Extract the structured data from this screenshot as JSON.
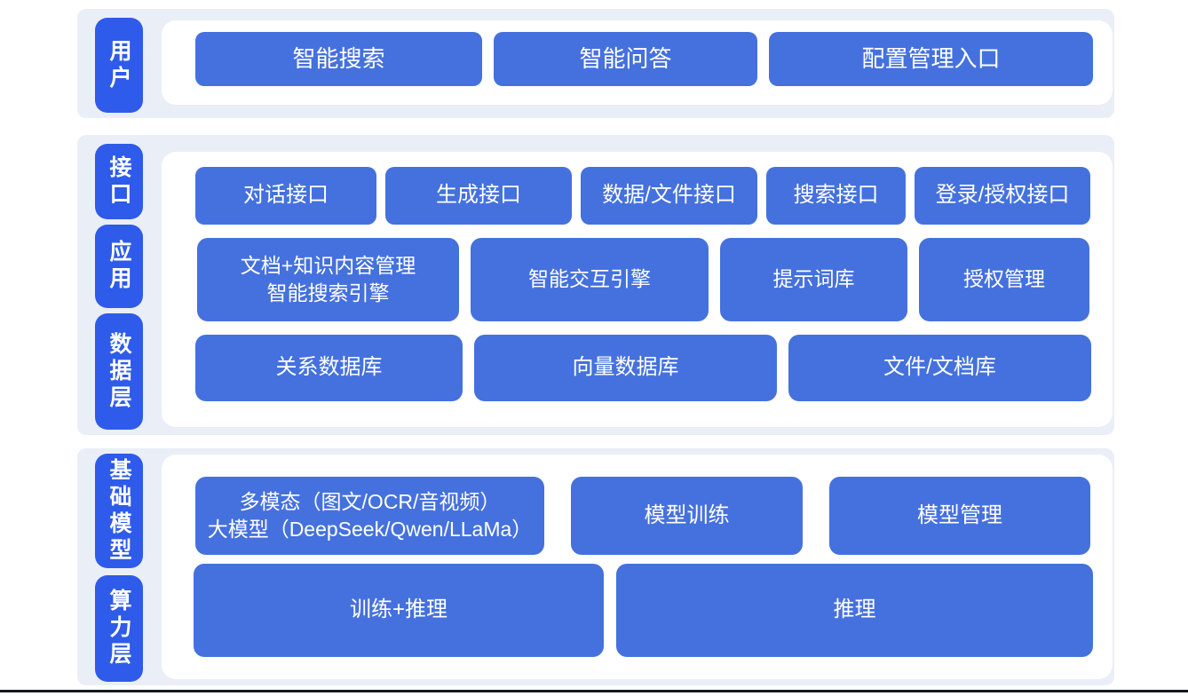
{
  "palette": {
    "band_background": "#eaeef6",
    "panel_background": "#ffffff",
    "side_label_blue": "#2e5bea",
    "block_blue": "#4571de",
    "text_white": "#ffffff",
    "bottom_line": "#141821"
  },
  "layers": [
    {
      "name": "user-layer",
      "side_labels": [
        "用户"
      ],
      "rows": [
        [
          "智能搜索",
          "智能问答",
          "配置管理入口"
        ]
      ]
    },
    {
      "name": "interface-app-data-layer",
      "side_labels": [
        "接口",
        "应用",
        "数据层"
      ],
      "rows": [
        [
          "对话接口",
          "生成接口",
          "数据/文件接口",
          "搜索接口",
          "登录/授权接口"
        ],
        [
          "文档+知识内容管理\n智能搜索引擎",
          "智能交互引擎",
          "提示词库",
          "授权管理"
        ],
        [
          "关系数据库",
          "向量数据库",
          "文件/文档库"
        ]
      ]
    },
    {
      "name": "base-model-compute-layer",
      "side_labels": [
        "基础模型",
        "算力层"
      ],
      "rows": [
        [
          "多模态（图文/OCR/音视频）\n大模型（DeepSeek/Qwen/LLaMa）",
          "模型训练",
          "模型管理"
        ],
        [
          "训练+推理",
          "推理"
        ]
      ]
    }
  ]
}
